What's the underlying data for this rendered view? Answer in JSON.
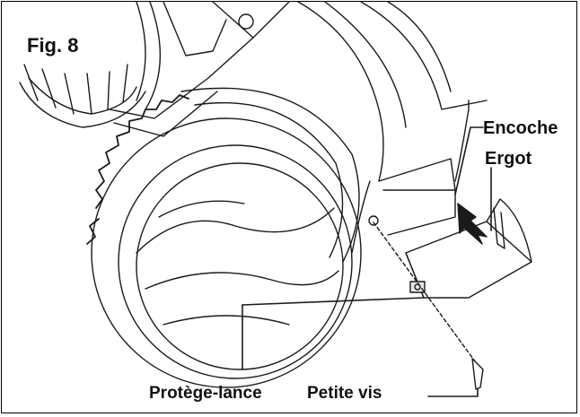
{
  "figure": {
    "title": "Fig. 8"
  },
  "callouts": {
    "encoche": "Encoche",
    "ergot": "Ergot",
    "protege_lance": "Protège-lance",
    "petite_vis": "Petite vis"
  },
  "colors": {
    "line": "#1a1a1a",
    "fill": "#ffffff",
    "shade": "#e6e6e6"
  }
}
